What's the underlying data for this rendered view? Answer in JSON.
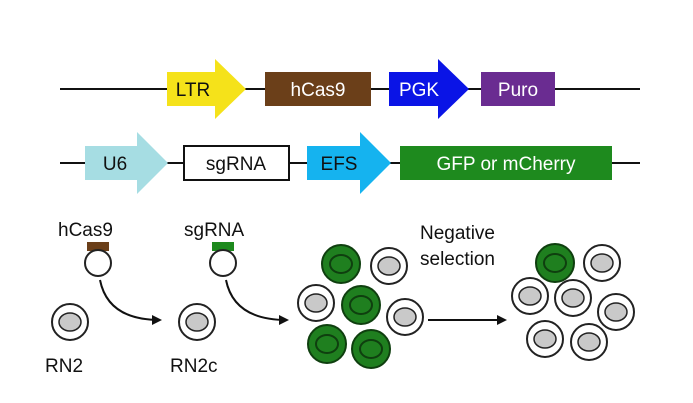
{
  "vector1": {
    "segments": [
      {
        "label": "LTR",
        "shape": "arrow",
        "fill": "#f5e21a",
        "text_color": "#111111",
        "stroke": "none"
      },
      {
        "label": "hCas9",
        "shape": "box",
        "fill": "#6b3f19",
        "text_color": "#ffffff",
        "stroke": "none"
      },
      {
        "label": "PGK",
        "shape": "arrow",
        "fill": "#0a14e6",
        "text_color": "#ffffff",
        "stroke": "none"
      },
      {
        "label": "Puro",
        "shape": "box",
        "fill": "#6a2c91",
        "text_color": "#ffffff",
        "stroke": "none"
      }
    ]
  },
  "vector2": {
    "segments": [
      {
        "label": "U6",
        "shape": "arrow",
        "fill": "#a6dde3",
        "text_color": "#111111",
        "stroke": "none"
      },
      {
        "label": "sgRNA",
        "shape": "box",
        "fill": "#ffffff",
        "text_color": "#111111",
        "stroke": "#111111"
      },
      {
        "label": "EFS",
        "shape": "arrow",
        "fill": "#15b3ef",
        "text_color": "#111111",
        "stroke": "none"
      },
      {
        "label": "GFP or mCherry",
        "shape": "box",
        "fill": "#1e8a1e",
        "text_color": "#ffffff",
        "stroke": "none"
      }
    ]
  },
  "workflow": {
    "hcas9_label": "hCas9",
    "sgrna_label": "sgRNA",
    "rn2_label": "RN2",
    "rn2c_label": "RN2c",
    "negative_selection_line1": "Negative",
    "negative_selection_line2": "selection"
  },
  "colors": {
    "cell_outline": "#222222",
    "cell_nucleus_grey": "#c9c9c9",
    "cell_green": "#1f7f1f",
    "virus_cap_brown": "#6b3f19",
    "virus_cap_green": "#1e8a1e"
  }
}
